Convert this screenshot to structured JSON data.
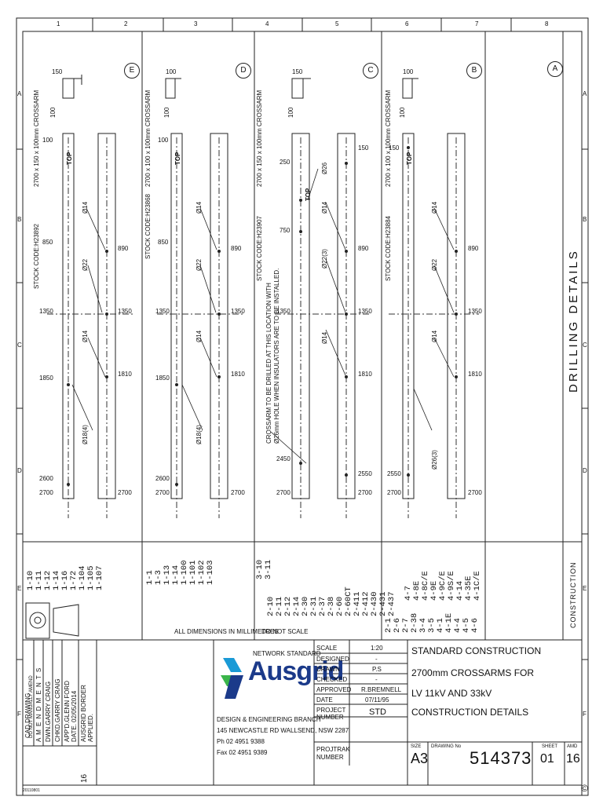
{
  "grid": {
    "columns": [
      "1",
      "2",
      "3",
      "4",
      "5",
      "6",
      "7",
      "8"
    ],
    "rows": [
      "A",
      "B",
      "C",
      "D",
      "E",
      "F"
    ]
  },
  "panels": [
    {
      "id": "E",
      "stock_code": "STOCK CODE:H23892",
      "section_label": "2700 x 150 x 100mm CROSSARM",
      "section_w": "150",
      "section_h": "100",
      "left_dims": [
        "100",
        "850",
        "1350",
        "1850",
        "2600",
        "2700"
      ],
      "right_dims": [
        "890",
        "1350",
        "1810",
        "2700"
      ],
      "holes": [
        "Ø14",
        "Ø22",
        "Ø14",
        "Ø18(4)"
      ],
      "top": "TOP"
    },
    {
      "id": "D",
      "stock_code": "STOCK CODE:H23868",
      "section_label": "2700 x 100 x 100mm CROSSARM",
      "section_w": "100",
      "section_h": "100",
      "left_dims": [
        "100",
        "850",
        "1350",
        "1850",
        "2600",
        "2700"
      ],
      "right_dims": [
        "890",
        "1350",
        "1810",
        "2700"
      ],
      "holes": [
        "Ø14",
        "Ø22",
        "Ø14",
        "Ø18(4)"
      ],
      "top": "TOP"
    },
    {
      "id": "C",
      "stock_code": "STOCK CODE:H23907",
      "section_label": "2700 x 150 x 100mm CROSSARM",
      "section_w": "150",
      "section_h": "100",
      "left_dims": [
        "250",
        "750",
        "1350",
        "2450",
        "2700"
      ],
      "right_dims": [
        "150",
        "890",
        "1350",
        "1810",
        "2550",
        "2700"
      ],
      "holes": [
        "Ø26",
        "Ø14",
        "Ø22(3)",
        "Ø14"
      ],
      "top": "TOP",
      "note_line1": "CROSSARM TO BE DRILLED AT THIS LOCATION WITH",
      "note_line2": "Ø26mm HOLE WHEN INSULATORS ARE TO BE INSTALLED."
    },
    {
      "id": "B",
      "stock_code": "STOCK CODE:H23884",
      "section_label": "2700 x 100 x 100mm CROSSARM",
      "section_w": "100",
      "section_h": "100",
      "left_dims": [
        "150",
        "2550",
        "2700"
      ],
      "right_dims": [
        "890",
        "1350",
        "1810",
        "2700"
      ],
      "holes": [
        "Ø14",
        "Ø22",
        "Ø14",
        "Ø26(3)"
      ],
      "top": "TOP"
    },
    {
      "id": "A"
    }
  ],
  "drilling_title": "DRILLING DETAILS",
  "codes": {
    "E": "1-10\n1-11\n1-12\n1-14\n1-16\n1-72\n1-104\n1-105\n1-107",
    "D": "1-1\n1-3\n1-13\n1-14\n1-100\n1-101\n1-102\n1-103",
    "C1": "3-10\n3-11",
    "C2": "2-10\n2-11\n2-12\n2-14\n2-30\n2-31\n2-37\n2-38\n2-60\n2-60CT\n2-411\n2-412\n2-430\n2-431\n2-437",
    "B1": "2-1\n2-6\n2-7\n2-38\n3-4\n3-5\n4-1\n4-1E\n4-4\n4-5\n4-6",
    "B2": "4-7\n4-8E\n4-8C/E\n4-9E\n4-9C/E\n4-9S/E\n4-14\n4-35E\n4-1C/E"
  },
  "construction": "CONSTRUCTION",
  "all_dims": "ALL DIMENSIONS IN MILLIMETRES",
  "do_not_scale": "DO NOT SCALE",
  "amendments": {
    "line1": "CAD DRAWING",
    "line1b": "DO NOT MANUALLY AMEND",
    "line2": "A M E N D M E N T S",
    "dwn": "DWN.GARRY CRAIG",
    "chkd": "CHKD.GARRY CRAIG",
    "appd": "APP'D.GLENN FORD",
    "date": "DATE. 02/05/2014",
    "rev_no": "16",
    "rev_desc1": "AUSGRID BORDER",
    "rev_desc2": "APPLIED."
  },
  "branding": {
    "network_standard": "NETWORK STANDARD",
    "logo": "Ausgrid",
    "branch": "DESIGN & ENGINEERING BRANCH",
    "address": "145 NEWCASTLE RD WALLSEND, NSW  2287",
    "phone": "Ph 02 4951 9388",
    "fax": "Fax 02 4951 9389"
  },
  "titleblock": {
    "scale_label": "SCALE",
    "scale": "1:20",
    "designed_label": "DESIGNED",
    "designed": "-",
    "drawn_label": "DRAWN",
    "drawn": "P.S",
    "checked_label": "CHECKED",
    "checked": "-",
    "approved_label": "APPROVED",
    "approved": "R.BREMNELL",
    "date_label": "DATE",
    "date": "07/11/95",
    "project_label1": "PROJECT",
    "project_label2": "NUMBER",
    "project": "STD",
    "projtrak_label1": "PROJTRAK",
    "projtrak_label2": "NUMBER",
    "title1": "STANDARD CONSTRUCTION",
    "title2": "2700mm CROSSARMS FOR",
    "title3": "LV 11kV AND 33kV",
    "title4": "CONSTRUCTION DETAILS",
    "size_label": "SIZE",
    "size": "A3",
    "drawing_no_label": "DRAWING No",
    "drawing_no": "514373",
    "sheet_label": "SHEET",
    "sheet": "01",
    "amd_label": "AMD",
    "amd": "16",
    "footer_code": "20110801",
    "copyright": "©"
  }
}
